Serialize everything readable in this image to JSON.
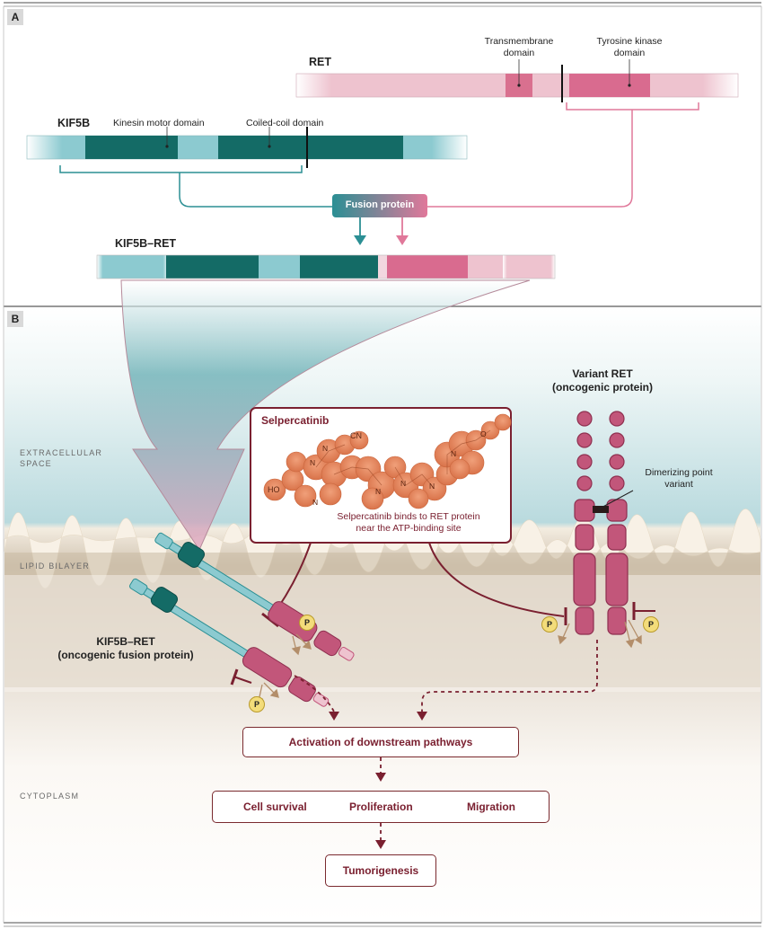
{
  "panel_a": {
    "label": "A",
    "ret": {
      "name": "RET",
      "transmembrane_domain": "Transmembrane domain",
      "tyrosine_kinase_domain": "Tyrosine kinase domain"
    },
    "kif5b": {
      "name": "KIF5B",
      "kinesin_motor_domain": "Kinesin motor domain",
      "coiled_coil_domain": "Coiled-coil domain"
    },
    "fusion_protein": "Fusion protein",
    "fusion_name": "KIF5B–RET"
  },
  "panel_b": {
    "label": "B",
    "regions": {
      "extracellular_1": "EXTRACELLULAR",
      "extracellular_2": "SPACE",
      "lipid_bilayer": "LIPID BILAYER",
      "cytoplasm": "CYTOPLASM"
    },
    "variant_ret_1": "Variant RET",
    "variant_ret_2": "(oncogenic protein)",
    "dimerizing_1": "Dimerizing point",
    "dimerizing_2": "variant",
    "drug": {
      "name": "Selpercatinib",
      "caption_1": "Selpercatinib binds to RET protein",
      "caption_2": "near the ATP-binding site",
      "atom_labels": [
        "CN",
        "N",
        "N",
        "HO",
        "N",
        "N",
        "N",
        "N",
        "N",
        "O"
      ]
    },
    "kif5b_ret_1": "KIF5B–RET",
    "kif5b_ret_2": "(oncogenic fusion protein)",
    "phospho": "P",
    "activation": "Activation of downstream pathways",
    "outcomes": [
      "Cell survival",
      "Proliferation",
      "Migration"
    ],
    "final": "Tumorigenesis"
  },
  "colors": {
    "teal_dark": "#146b66",
    "teal_light": "#8ccad0",
    "pink_light": "#eec3cf",
    "pink_dark": "#d96b8f",
    "maroon": "#7a2030",
    "drug_orange": "#e07b50"
  }
}
